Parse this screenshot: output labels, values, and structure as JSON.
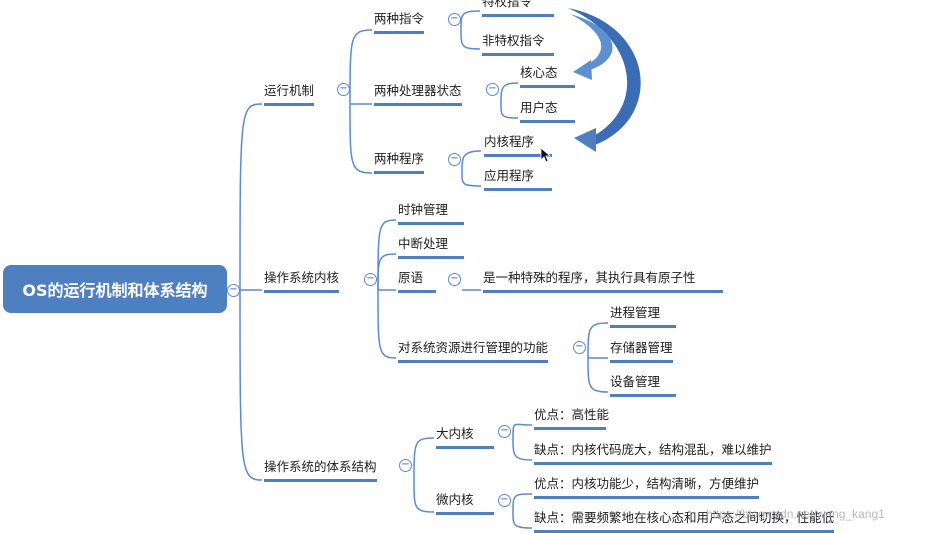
{
  "root": "OS的运行机制和体系结构",
  "branch_run": "运行机制",
  "run_instr": "两种指令",
  "instr_priv": "特权指令",
  "instr_nonpriv": "非特权指令",
  "run_state": "两种处理器状态",
  "state_core": "核心态",
  "state_user": "用户态",
  "run_prog": "两种程序",
  "prog_kernel": "内核程序",
  "prog_app": "应用程序",
  "branch_kernel": "操作系统内核",
  "k_clock": "时钟管理",
  "k_irq": "中断处理",
  "k_primitive": "原语",
  "k_primitive_desc": "是一种特殊的程序，其执行具有原子性",
  "k_resource": "对系统资源进行管理的功能",
  "res_process": "进程管理",
  "res_storage": "存储器管理",
  "res_device": "设备管理",
  "branch_arch": "操作系统的体系结构",
  "arch_macro": "大内核",
  "macro_pro": "优点：高性能",
  "macro_con": "缺点：内核代码庞大，结构混乱，难以维护",
  "arch_micro": "微内核",
  "micro_pro": "优点：内核功能少，结构清晰，方便维护",
  "micro_con": "缺点：需要频繁地在核心态和用户态之间切换，性能低",
  "toggle_symbol": "−",
  "watermark": "https://blog.csdn.net/wang_kang1",
  "colors": {
    "root_bg": "#4e7fc0",
    "line": "#5b8bd0",
    "underline": "#4f7fbd",
    "arrow": "#3a6db5"
  }
}
